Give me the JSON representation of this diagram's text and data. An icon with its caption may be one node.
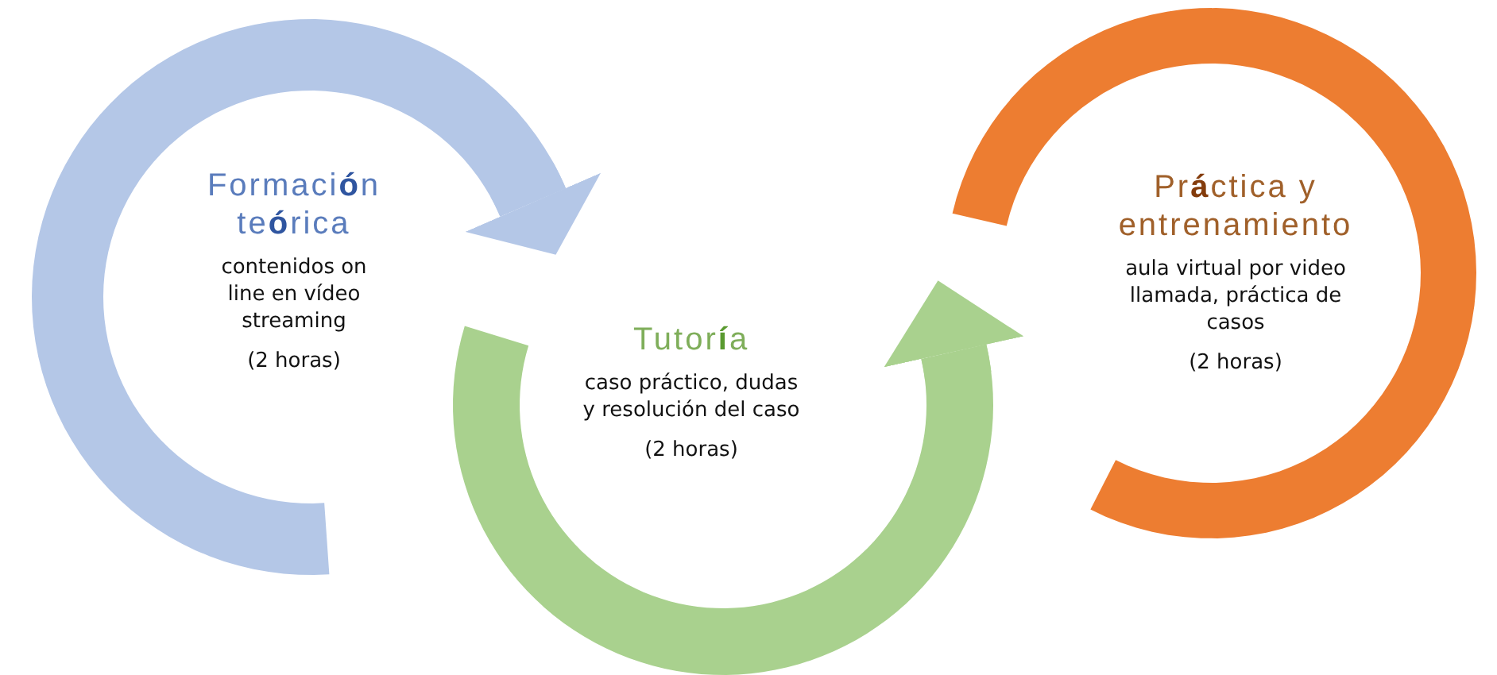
{
  "diagram": {
    "nodes": [
      {
        "text": [
          "Formaci**ó**n te**ó**rica",
          "contenidos on line en vídeo streaming",
          "(2 horas)"
        ]
      },
      {
        "text": [
          "Tutor**í**a",
          "caso práctico, dudas y resolución del caso",
          "(2 horas)"
        ]
      },
      {
        "text": [
          "Pr**á**ctica y entrenamiento",
          "aula virtual por video llamada, práctica de casos",
          "(2 horas)"
        ]
      }
    ],
    "edges": [
      {
        "from": 0,
        "to": 1,
        "arrow": "to"
      },
      {
        "from": 1,
        "to": 2,
        "arrow": "to"
      }
    ]
  }
}
